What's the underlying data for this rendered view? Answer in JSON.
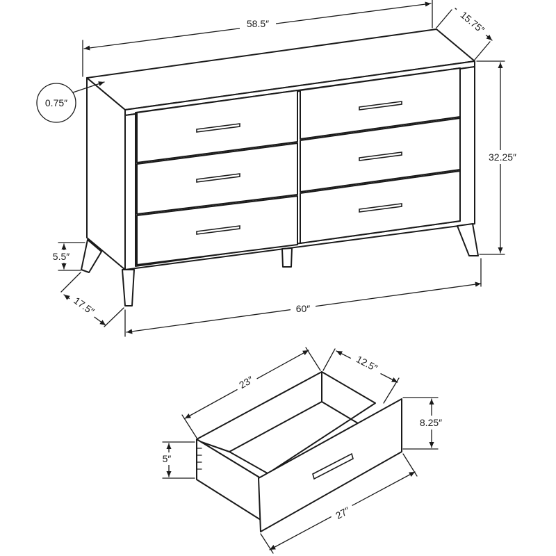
{
  "dimensions": {
    "top_width": "58.5″",
    "top_depth": "15.75″",
    "top_thickness": "0.75″",
    "overall_height": "32.25″",
    "leg_height": "5.5″",
    "base_depth": "17.5″",
    "overall_width": "60″",
    "drawer_depth": "23″",
    "drawer_width_inner": "12.5″",
    "drawer_front_height": "8.25″",
    "drawer_box_height": "5″",
    "drawer_front_width": "27″"
  },
  "colors": {
    "line": "#1a1a1a",
    "background": "#ffffff"
  },
  "parts": {
    "drawer_count": 6,
    "leg_count": 4
  }
}
